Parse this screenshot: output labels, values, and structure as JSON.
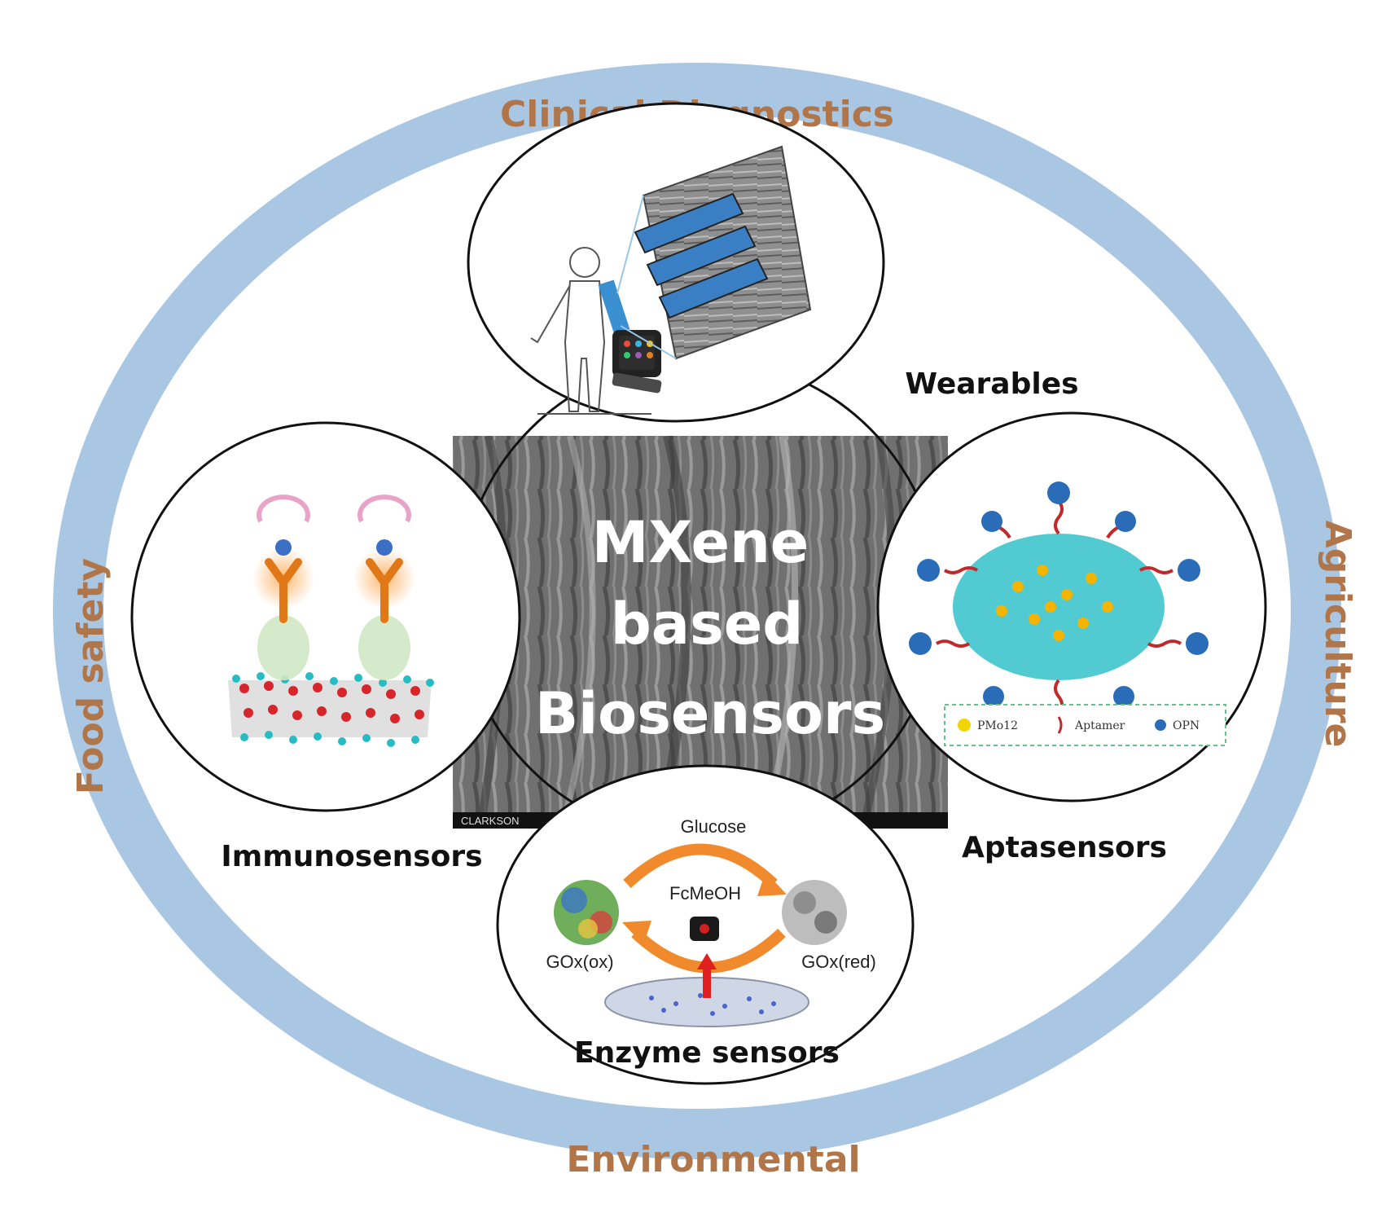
{
  "colors": {
    "ring": "#a9c6e3",
    "ring_label": "#b0764a",
    "panel_label": "#111111",
    "center_title": "#ffffff",
    "sem_background": "#6e6e6e",
    "arrow_orange": "#f08a2c"
  },
  "ring_labels": {
    "top": "Clinical Diagnostics",
    "bottom": "Environmental",
    "left": "Food safety",
    "right": "Agriculture"
  },
  "center": {
    "line1": "MXene",
    "line2": "based",
    "line3": "Biosensors",
    "sem_watermark": "CLARKSON"
  },
  "panels": {
    "wearables": {
      "label": "Wearables",
      "icon": "wearable-device-icon"
    },
    "immunosensors": {
      "label": "Immunosensors",
      "icon": "antibody-icon"
    },
    "aptasensors": {
      "label": "Aptasensors",
      "legend": [
        "PMo12",
        "Aptamer",
        "OPN"
      ]
    },
    "enzyme": {
      "label": "Enzyme sensors",
      "glucose": "Glucose",
      "mediator": "FcMeOH",
      "gox_ox": "GOx(ox)",
      "gox_red": "GOx(red)"
    }
  }
}
